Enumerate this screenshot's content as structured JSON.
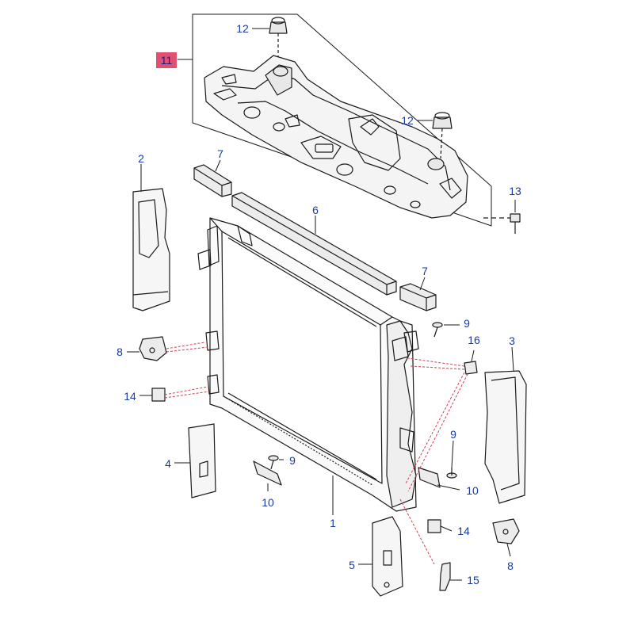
{
  "callouts": {
    "c1": "1",
    "c2": "2",
    "c3": "3",
    "c4": "4",
    "c5": "5",
    "c6": "6",
    "c7a": "7",
    "c7b": "7",
    "c8a": "8",
    "c8b": "8",
    "c9a": "9",
    "c9b": "9",
    "c9c": "9",
    "c10a": "10",
    "c10b": "10",
    "c11": "11",
    "c12a": "12",
    "c12b": "12",
    "c13": "13",
    "c14a": "14",
    "c14b": "14",
    "c15": "15",
    "c16": "16"
  },
  "colors": {
    "line": "#1a1a1a",
    "label": "#1a3aa0",
    "highlight": "#e05070",
    "pointer": "#d04050"
  }
}
